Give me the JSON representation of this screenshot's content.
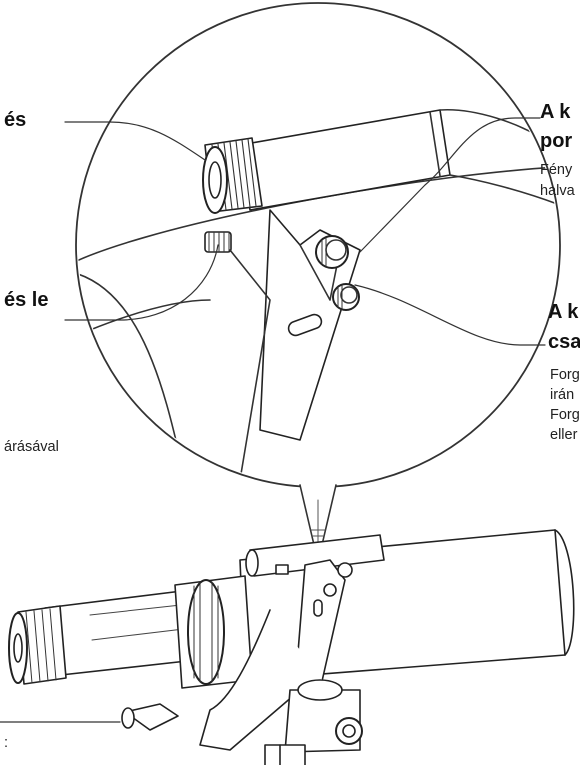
{
  "labels": {
    "left_top": "és",
    "left_mid": "és le",
    "left_low": "árásával",
    "right_top_title_1": "A k",
    "right_top_title_2": "por",
    "right_top_body_1": "Fény",
    "right_top_body_2": "halva",
    "right_mid_title_1": "A k",
    "right_mid_title_2": "csa",
    "right_mid_body_1": "Forg",
    "right_mid_body_2": "irán",
    "right_mid_body_3": "Forg",
    "right_mid_body_4": "eller",
    "bottom_left": ":"
  }
}
